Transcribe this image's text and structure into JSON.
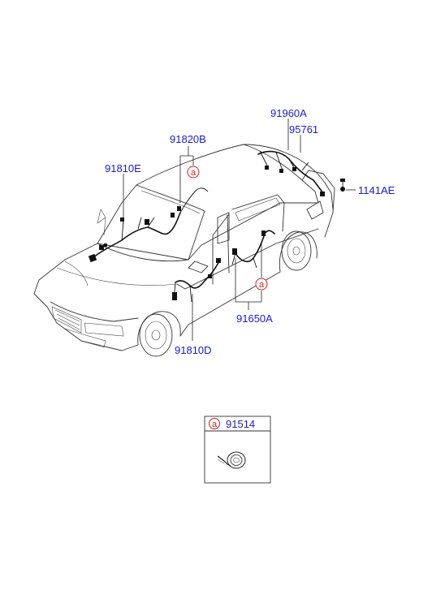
{
  "parts": {
    "p91960a": "91960A",
    "p95761": "95761",
    "p91820b": "91820B",
    "p91810e": "91810E",
    "p1141ae": "1141AE",
    "p91650a": "91650A",
    "p91810d": "91810D"
  },
  "callouts": {
    "ref_letter": "a"
  },
  "detail_box": {
    "ref_letter": "a",
    "part_number": "91514"
  },
  "colors": {
    "part_label": "#1a1ad6",
    "ref_marker": "#d42020",
    "line": "#333333"
  }
}
